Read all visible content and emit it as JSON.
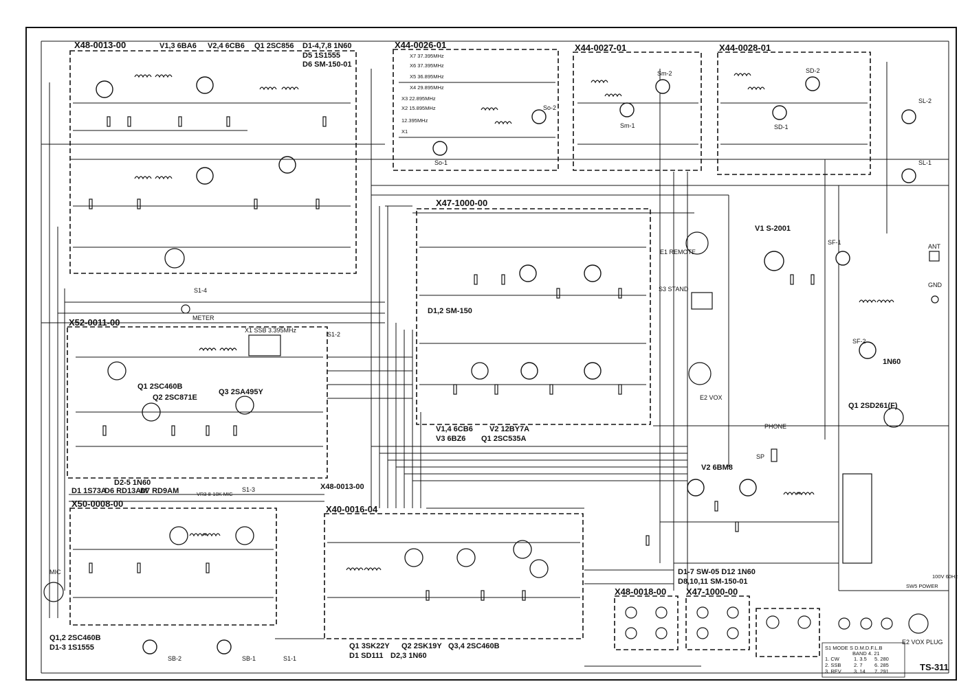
{
  "colors": {
    "ink": "#111111",
    "paper": "#ffffff"
  },
  "model": "TS-311",
  "boards": {
    "b1": {
      "id": "X48-0013-00",
      "parts": [
        "V1,3 6BA6",
        "V2,4 6CB6",
        "Q1 2SC856",
        "D1-4,7,8 1N60",
        "D5 1S1555",
        "D6 SM-150-01"
      ]
    },
    "b2": {
      "id": "X44-0026-01",
      "crystals": [
        "X7 37.395MHz",
        "X6 37.395MHz",
        "X5 36.895MHz",
        "X4 29.895MHz",
        "X3 22.895MHz",
        "X2 15.895MHz",
        "12.395MHz",
        "X1"
      ],
      "switches": [
        "So-1",
        "So-2"
      ]
    },
    "b3": {
      "id": "X44-0027-01",
      "switches": [
        "Sm-1",
        "Sm-2"
      ]
    },
    "b4": {
      "id": "X44-0028-01",
      "switches": [
        "SD-1",
        "SD-2"
      ]
    },
    "b5": {
      "id": "X47-1000-00",
      "diodes": "D1,2 SM-150",
      "tubes": [
        "V1,4 6CB6",
        "V2 12BY7A",
        "V3 6BZ6",
        "Q1 2SC535A"
      ]
    },
    "b6": {
      "id": "X52-0011-00",
      "parts": [
        "Q1 2SC460B",
        "Q2 2SC871E",
        "Q3 2SA495Y",
        "X1 SSB 3.395MHz",
        "D2-5 1N60",
        "D1 1S73A",
        "D6 RD13AM",
        "D7 RD9AM",
        "VR3 8-10K MIC",
        "X48-0013-00"
      ]
    },
    "b7": {
      "id": "X50-0008-00",
      "parts": [
        "Q1,2 2SC460B",
        "D1-3 1S1555"
      ]
    },
    "b8": {
      "id": "X40-0016-04",
      "parts": [
        "Q1 3SK22Y",
        "Q2 2SK19Y",
        "Q3,4 2SC460B",
        "D1 SD111",
        "D2,3 1N60"
      ]
    },
    "b9": {
      "id": "X48-0018-00"
    },
    "b10": {
      "id": "X47-1000-00"
    }
  },
  "right": {
    "final_tube": "V1 S-2001",
    "audio_tube": "V2 6BM8",
    "diodes_note": "D1-7 SW-05 D12 1N60",
    "diodes_note2": "D8,10,11 SM-150-01",
    "q1": "Q1 2SD261(F)",
    "in60": "1N60"
  },
  "labels": {
    "meter": "METER",
    "remote": "E1 REMOTE",
    "stand": "S3 STAND",
    "vox": "E2 VOX",
    "phone": "PHONE",
    "sp": "SP",
    "ant": "ANT",
    "gnd": "GND",
    "mic": "MIC",
    "vox_plug": "E2 VOX PLUG",
    "power": "SW5 POWER",
    "ac": "100V 60Hz"
  },
  "switch_labels": [
    "S1-4",
    "S1-2",
    "S1-3",
    "S1-1",
    "SB-2",
    "SB-1",
    "SL-2",
    "SL-1",
    "SF-1",
    "SF-2"
  ],
  "mode_table": {
    "header": [
      "S1 MODE",
      "S D.M.D.F.L.B",
      "BAND 4. 21"
    ],
    "rows": [
      [
        "1. CW",
        "1. 3.5",
        "5. 280"
      ],
      [
        "2. SSB",
        "2. 7",
        "6. 285"
      ],
      [
        "3. REV",
        "3. 14",
        "7. 291"
      ]
    ]
  }
}
